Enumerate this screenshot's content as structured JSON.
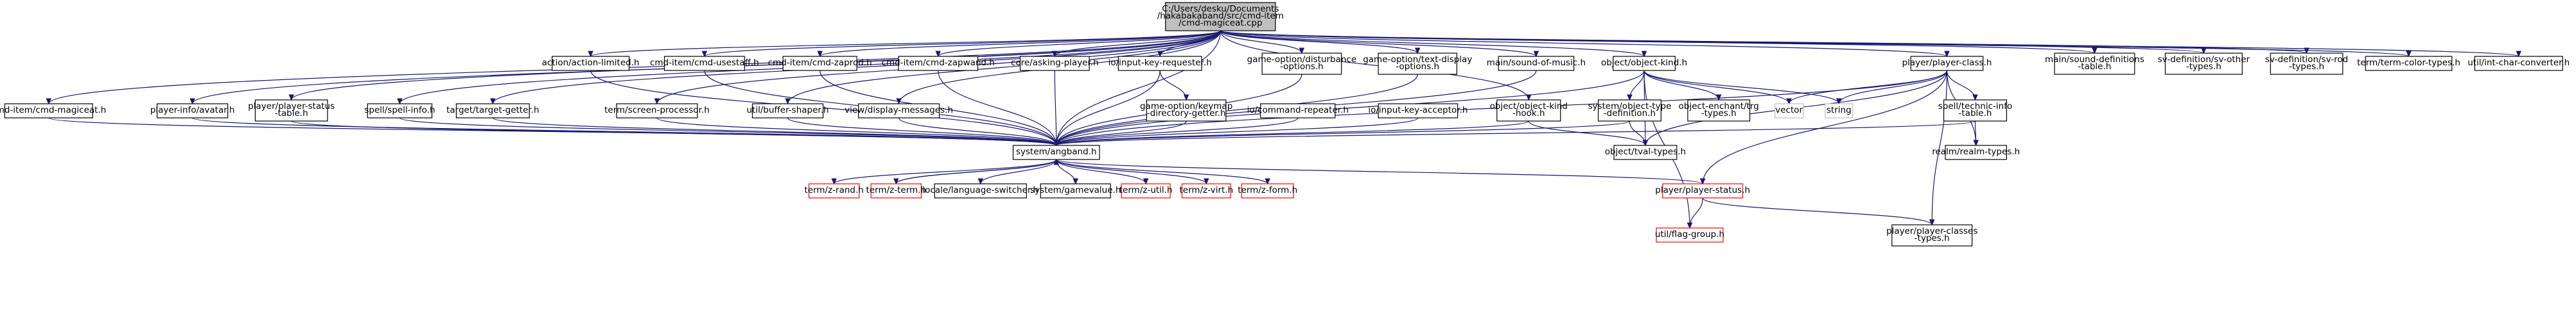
{
  "colors": {
    "edge": "#191970",
    "root_fill": "#bfbfbf",
    "node_border": "#000000",
    "missing_border": "#ff0000",
    "external_border": "#bfbfbf"
  },
  "nodes": [
    {
      "id": "root",
      "lines": [
        "C:/Users/desku/Documents",
        "/hakabakaband/src/cmd-item",
        "/cmd-magiceat.cpp"
      ],
      "style": "root"
    },
    {
      "id": "cmd_magiceat_h",
      "lines": [
        "cmd-item/cmd-magiceat.h"
      ],
      "style": "normal"
    },
    {
      "id": "avatar_h",
      "lines": [
        "player-info/avatar.h"
      ],
      "style": "normal"
    },
    {
      "id": "player_status_table_h",
      "lines": [
        "player/player-status",
        "-table.h"
      ],
      "style": "normal"
    },
    {
      "id": "spell_info_h",
      "lines": [
        "spell/spell-info.h"
      ],
      "style": "normal"
    },
    {
      "id": "action_limited_h",
      "lines": [
        "action/action-limited.h"
      ],
      "style": "normal"
    },
    {
      "id": "target_getter_h",
      "lines": [
        "target/target-getter.h"
      ],
      "style": "normal"
    },
    {
      "id": "cmd_usestaff_h",
      "lines": [
        "cmd-item/cmd-usestaff.h"
      ],
      "style": "normal"
    },
    {
      "id": "screen_processor_h",
      "lines": [
        "term/screen-processor.h"
      ],
      "style": "normal"
    },
    {
      "id": "cmd_zaprod_h",
      "lines": [
        "cmd-item/cmd-zaprod.h"
      ],
      "style": "normal"
    },
    {
      "id": "buffer_shaper_h",
      "lines": [
        "util/buffer-shaper.h"
      ],
      "style": "normal"
    },
    {
      "id": "cmd_zapwand_h",
      "lines": [
        "cmd-item/cmd-zapwand.h"
      ],
      "style": "normal"
    },
    {
      "id": "display_messages_h",
      "lines": [
        "view/display-messages.h"
      ],
      "style": "normal"
    },
    {
      "id": "asking_player_h",
      "lines": [
        "core/asking-player.h"
      ],
      "style": "normal"
    },
    {
      "id": "input_key_requester_h",
      "lines": [
        "io/input-key-requester.h"
      ],
      "style": "normal"
    },
    {
      "id": "keymap_directory_getter_h",
      "lines": [
        "game-option/keymap",
        "-directory-getter.h"
      ],
      "style": "normal"
    },
    {
      "id": "disturbance_options_h",
      "lines": [
        "game-option/disturbance",
        "-options.h"
      ],
      "style": "normal"
    },
    {
      "id": "text_display_options_h",
      "lines": [
        "game-option/text-display",
        "-options.h"
      ],
      "style": "normal"
    },
    {
      "id": "command_repeater_h",
      "lines": [
        "io/command-repeater.h"
      ],
      "style": "normal"
    },
    {
      "id": "input_key_acceptor_h",
      "lines": [
        "io/input-key-acceptor.h"
      ],
      "style": "normal"
    },
    {
      "id": "sound_of_music_h",
      "lines": [
        "main/sound-of-music.h"
      ],
      "style": "normal"
    },
    {
      "id": "object_kind_hook_h",
      "lines": [
        "object/object-kind",
        "-hook.h"
      ],
      "style": "normal"
    },
    {
      "id": "object_kind_h",
      "lines": [
        "object/object-kind.h"
      ],
      "style": "normal"
    },
    {
      "id": "object_type_definition_h",
      "lines": [
        "system/object-type",
        "-definition.h"
      ],
      "style": "normal"
    },
    {
      "id": "object_enchant_trg_types_h",
      "lines": [
        "object-enchant/trg",
        "-types.h"
      ],
      "style": "normal"
    },
    {
      "id": "tval_types_h",
      "lines": [
        "object/tval-types.h"
      ],
      "style": "normal"
    },
    {
      "id": "vector",
      "lines": [
        "vector"
      ],
      "style": "external"
    },
    {
      "id": "string",
      "lines": [
        "string"
      ],
      "style": "external"
    },
    {
      "id": "player_class_h",
      "lines": [
        "player/player-class.h"
      ],
      "style": "normal"
    },
    {
      "id": "technic_info_table_h",
      "lines": [
        "spell/technic-info",
        "-table.h"
      ],
      "style": "normal"
    },
    {
      "id": "realm_types_h",
      "lines": [
        "realm/realm-types.h"
      ],
      "style": "normal"
    },
    {
      "id": "sound_definitions_table_h",
      "lines": [
        "main/sound-definitions",
        "-table.h"
      ],
      "style": "normal"
    },
    {
      "id": "sv_other_types_h",
      "lines": [
        "sv-definition/sv-other",
        "-types.h"
      ],
      "style": "normal"
    },
    {
      "id": "sv_rod_types_h",
      "lines": [
        "sv-definition/sv-rod",
        "-types.h"
      ],
      "style": "normal"
    },
    {
      "id": "term_color_types_h",
      "lines": [
        "term/term-color-types.h"
      ],
      "style": "normal"
    },
    {
      "id": "int_char_converter_h",
      "lines": [
        "util/int-char-converter.h"
      ],
      "style": "normal"
    },
    {
      "id": "angband_h",
      "lines": [
        "system/angband.h"
      ],
      "style": "normal"
    },
    {
      "id": "z_rand_h",
      "lines": [
        "term/z-rand.h"
      ],
      "style": "missing"
    },
    {
      "id": "z_term_h",
      "lines": [
        "term/z-term.h"
      ],
      "style": "missing"
    },
    {
      "id": "language_switcher_h",
      "lines": [
        "locale/language-switcher.h"
      ],
      "style": "normal"
    },
    {
      "id": "gamevalue_h",
      "lines": [
        "system/gamevalue.h"
      ],
      "style": "normal"
    },
    {
      "id": "z_util_h",
      "lines": [
        "term/z-util.h"
      ],
      "style": "missing"
    },
    {
      "id": "z_virt_h",
      "lines": [
        "term/z-virt.h"
      ],
      "style": "missing"
    },
    {
      "id": "z_form_h",
      "lines": [
        "term/z-form.h"
      ],
      "style": "missing"
    },
    {
      "id": "player_status_h",
      "lines": [
        "player/player-status.h"
      ],
      "style": "missing"
    },
    {
      "id": "flag_group_h",
      "lines": [
        "util/flag-group.h"
      ],
      "style": "missing"
    },
    {
      "id": "player_classes_types_h",
      "lines": [
        "player/player-classes",
        "-types.h"
      ],
      "style": "normal"
    }
  ]
}
